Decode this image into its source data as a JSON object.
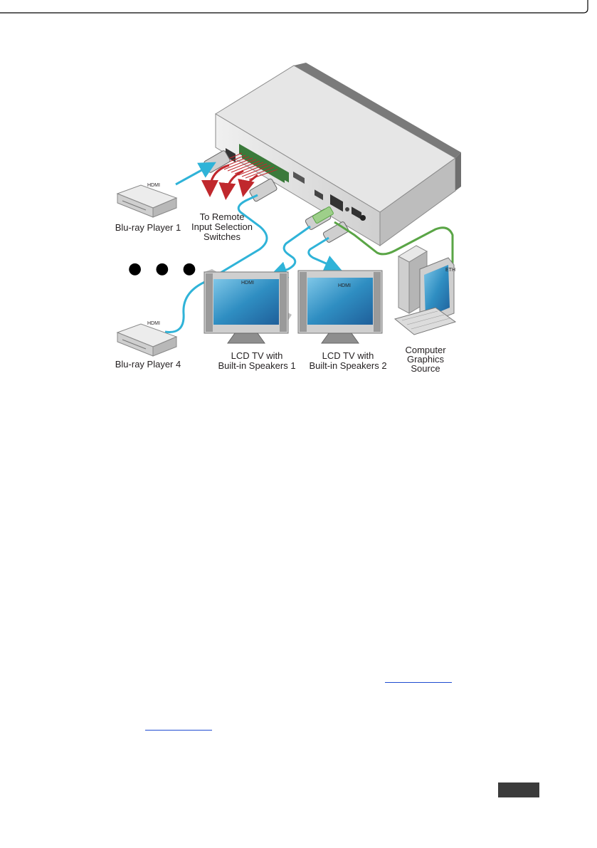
{
  "colors": {
    "hdmi_cable": "#2fb3d8",
    "eth_cable": "#5aa546",
    "remote_wires": "#c0282d",
    "device_body": "#d6d6d6",
    "screen": "#2f8ec2",
    "page_tab": "#3b3b3b"
  },
  "diagram": {
    "sources": {
      "player1": "Blu-ray Player 1",
      "player4": "Blu-ray Player 4",
      "ellipsis": "● ● ●"
    },
    "remote": {
      "line1": "To Remote",
      "line2": "Input Selection",
      "line3": "Switches"
    },
    "tv1": {
      "line1": "LCD TV with",
      "line2": "Built-in Speakers 1"
    },
    "tv2": {
      "line1": "LCD TV with",
      "line2": "Built-in Speakers 2"
    },
    "computer": {
      "line1": "Computer",
      "line2": "Graphics",
      "line3": "Source"
    },
    "cable_labels": {
      "hdmi_player1": "HDMI",
      "hdmi_player4": "HDMI",
      "hdmi_tv1": "HDMI",
      "hdmi_tv2": "HDMI",
      "eth": "ETH"
    }
  }
}
